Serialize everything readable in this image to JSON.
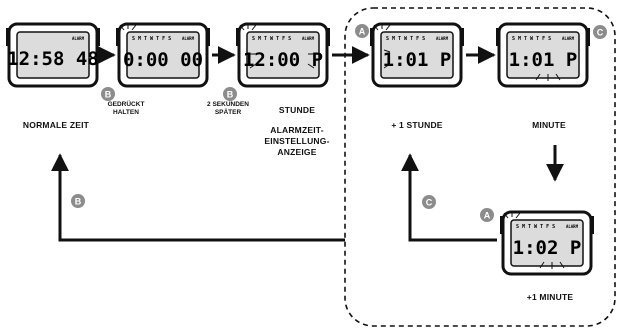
{
  "watches": [
    {
      "display": "12:58 48",
      "top_row": "",
      "alarm_tag": "ALARM",
      "flash": false
    },
    {
      "display": "0:00 00",
      "top_row": "S M T W T F S",
      "alarm_tag": "ALARM",
      "flash": true
    },
    {
      "display": "12:00 P",
      "top_row": "S M T W T F S",
      "alarm_tag": "ALARM",
      "flash": true
    },
    {
      "display": "1:01 P",
      "top_row": "S M T W T F S",
      "alarm_tag": "ALARM",
      "flash": true
    },
    {
      "display": "1:01 P",
      "top_row": "S M T W T F S",
      "alarm_tag": "ALARM",
      "flash": true
    },
    {
      "display": "1:02 P",
      "top_row": "S M T W T F S",
      "alarm_tag": "ALARM",
      "flash": true
    }
  ],
  "buttons": {
    "a": "A",
    "b": "B",
    "c": "C"
  },
  "labels": {
    "normal_time": "NORMALE ZEIT",
    "press_hold_1": "GEDRÜCKT",
    "press_hold_2": "HALTEN",
    "two_sec_1": "2 SEKUNDEN",
    "two_sec_2": "SPÄTER",
    "hour": "STUNDE",
    "alarm_1": "ALARMZEIT-",
    "alarm_2": "EINSTELLUNG-",
    "alarm_3": "ANZEIGE",
    "plus_hour": "+ 1 STUNDE",
    "minute": "MINUTE",
    "plus_minute": "+1 MINUTE"
  },
  "colors": {
    "line": "#111111",
    "badge": "#8c8c8c",
    "lcd": "#dcdcdc"
  }
}
